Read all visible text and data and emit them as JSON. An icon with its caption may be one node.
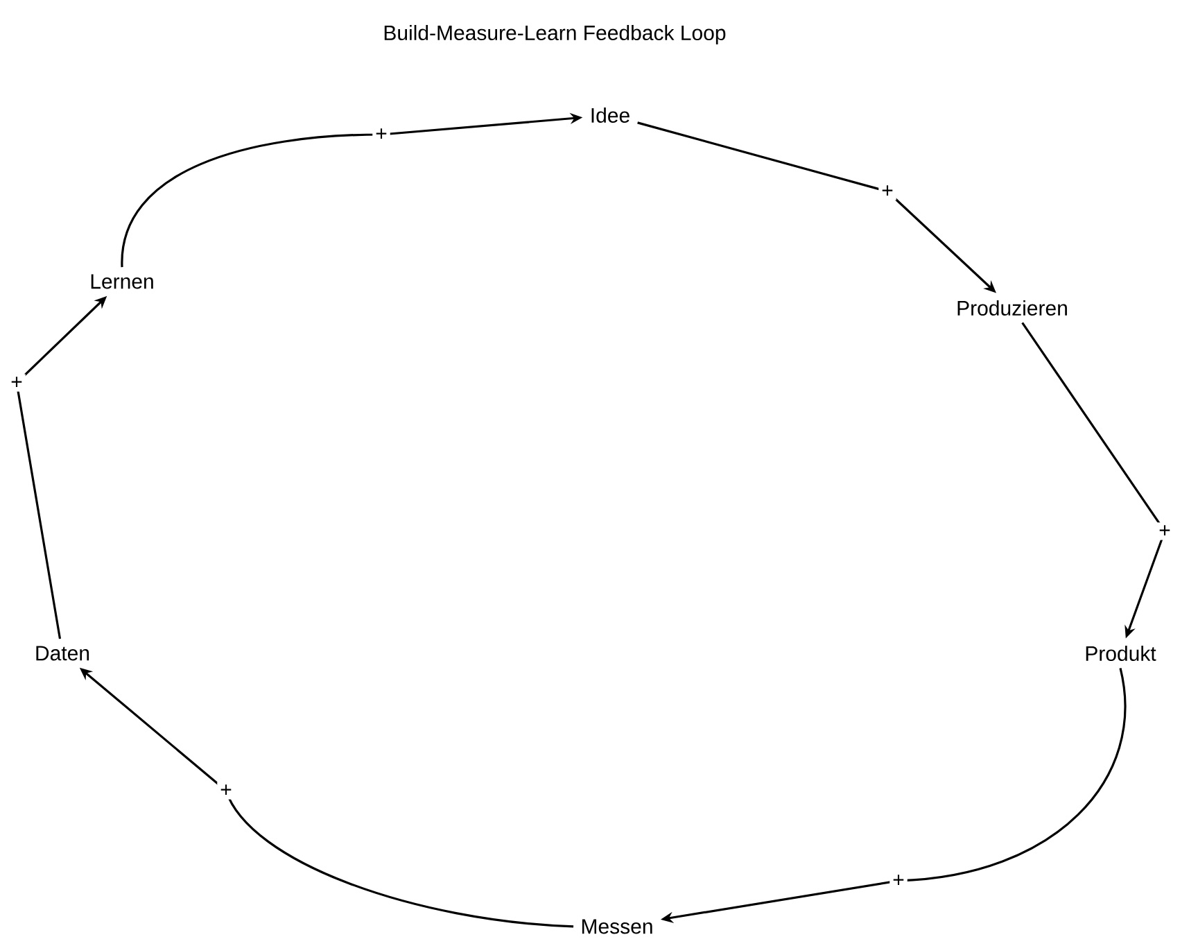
{
  "diagram": {
    "title": "Build-Measure-Learn Feedback Loop",
    "nodes": [
      {
        "text": [
          "Idee"
        ]
      },
      {
        "text": [
          "Produzieren"
        ]
      },
      {
        "text": [
          "Produkt"
        ]
      },
      {
        "text": [
          "Messen"
        ]
      },
      {
        "text": [
          "Daten"
        ]
      },
      {
        "text": [
          "Lernen"
        ]
      }
    ],
    "edges": [
      {
        "from": 0,
        "to": 1,
        "arrow": "to",
        "label": "+"
      },
      {
        "from": 1,
        "to": 2,
        "arrow": "to",
        "label": "+"
      },
      {
        "from": 2,
        "to": 3,
        "arrow": "to",
        "label": "+"
      },
      {
        "from": 3,
        "to": 4,
        "arrow": "to",
        "label": "+"
      },
      {
        "from": 4,
        "to": 5,
        "arrow": "to",
        "label": "+"
      },
      {
        "from": 5,
        "to": 0,
        "arrow": "to",
        "label": "+"
      }
    ]
  }
}
